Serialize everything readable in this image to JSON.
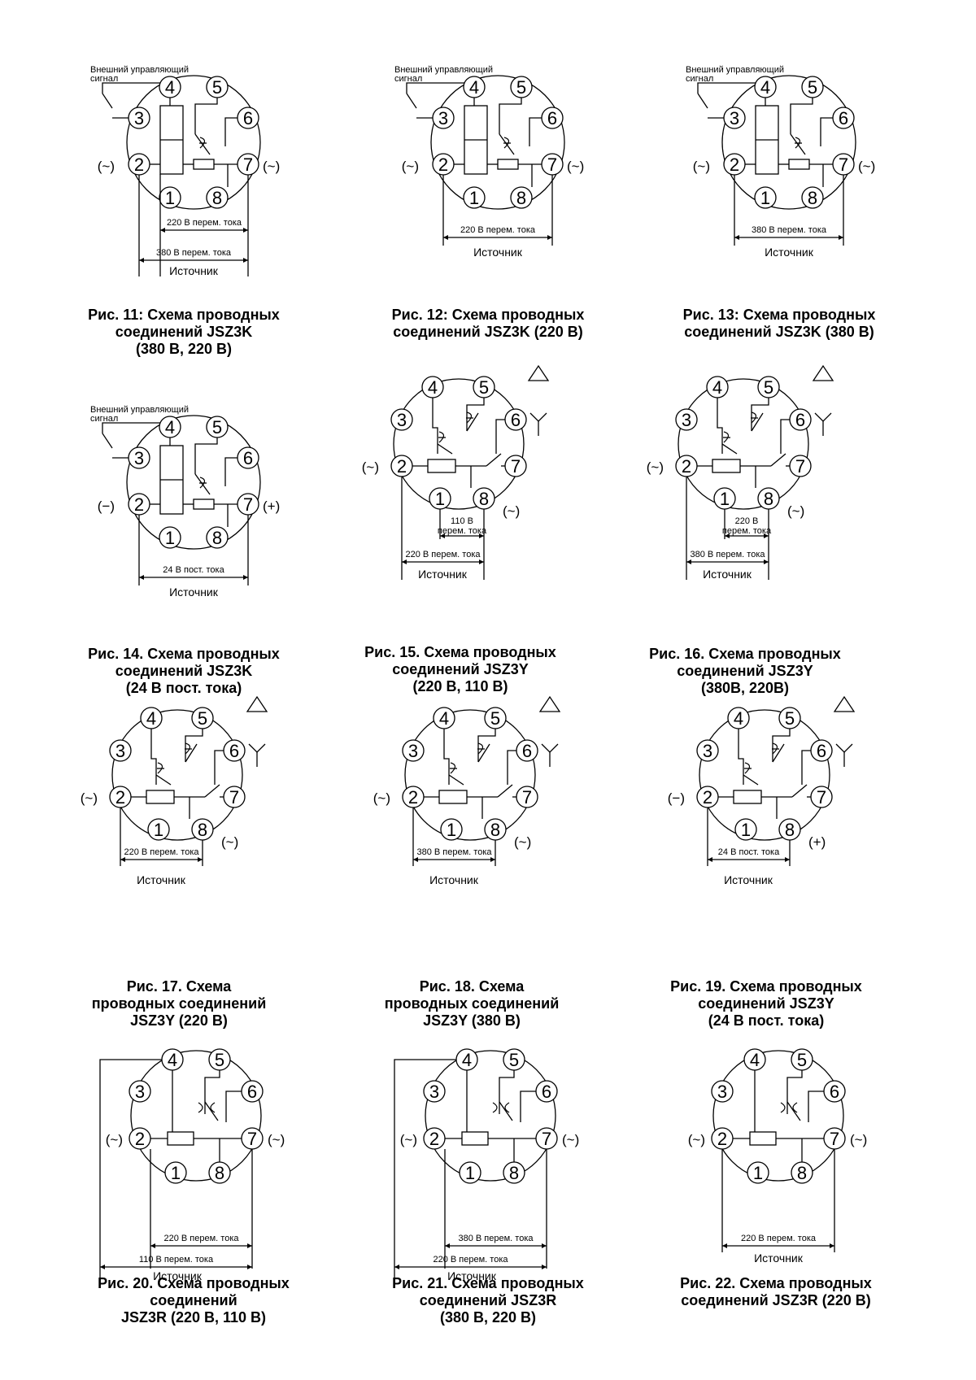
{
  "pins": [
    "1",
    "2",
    "3",
    "4",
    "5",
    "6",
    "7",
    "8"
  ],
  "labels": {
    "ext_signal_1": "Внешний управляющий",
    "ext_signal_2": "сигнал",
    "source": "Источник",
    "ac": "(~)",
    "dc_minus": "(−)",
    "dc_plus": "(+)"
  },
  "figures": [
    {
      "type": "K",
      "ext": true,
      "left": "ac",
      "right": "ac",
      "dims": [
        "220 В перем. тока",
        "380 В перем. тока"
      ],
      "caption": [
        "Рис. 11: Схема проводных",
        "соединений JSZ3K",
        "(380 В, 220 В)"
      ]
    },
    {
      "type": "K",
      "ext": true,
      "left": "ac",
      "right": "ac",
      "dims": [
        "220 В перем. тока"
      ],
      "caption": [
        "Рис. 12: Схема проводных",
        "соединений JSZ3K (220 В)"
      ]
    },
    {
      "type": "K",
      "ext": true,
      "left": "ac",
      "right": "ac",
      "dims": [
        "380 В перем. тока"
      ],
      "caption": [
        "Рис. 13: Схема проводных",
        "соединений JSZ3K (380 В)"
      ]
    },
    {
      "type": "K",
      "ext": true,
      "left": "dc_minus",
      "right": "dc_plus",
      "dims": [
        "24 В пост. тока"
      ],
      "caption": [
        "Рис. 14. Схема проводных",
        "соединений JSZ3K",
        "(24 В пост. тока)"
      ]
    },
    {
      "type": "Y",
      "left": "ac",
      "right8": "ac",
      "inner1": [
        "110 В",
        "перем. тока"
      ],
      "dims": [
        "220 В перем. тока"
      ],
      "caption": [
        "Рис. 15. Схема проводных",
        "соединений JSZ3Y",
        "(220 В, 110 В)"
      ]
    },
    {
      "type": "Y",
      "left": "ac",
      "right8": "ac",
      "inner1": [
        "220 В",
        "перем. тока"
      ],
      "dims": [
        "380 В перем. тока"
      ],
      "caption": [
        "Рис. 16. Схема проводных",
        "соединений JSZ3Y",
        "(380В, 220В)"
      ]
    },
    {
      "type": "Y",
      "left": "ac",
      "right8": "ac",
      "dims": [
        "220 В перем. тока"
      ],
      "caption": [
        "Рис. 17. Схема",
        "проводных соединений",
        "JSZ3Y (220 В)"
      ]
    },
    {
      "type": "Y",
      "left": "ac",
      "right8": "ac",
      "dims": [
        "380 В перем. тока"
      ],
      "caption": [
        "Рис. 18. Схема",
        "проводных соединений",
        "JSZ3Y (380 В)"
      ]
    },
    {
      "type": "Y",
      "left": "dc_minus",
      "right8": "dc_plus",
      "dims": [
        "24 В пост. тока"
      ],
      "caption": [
        "Рис. 19. Схема проводных",
        "соединений JSZ3Y",
        "(24 В пост. тока)"
      ]
    },
    {
      "type": "R",
      "wire4": true,
      "left": "ac",
      "right": "ac",
      "dims": [
        "220 В перем. тока",
        "110 В перем. тока"
      ],
      "caption": [
        "Рис. 20. Схема проводных",
        "соединений",
        "JSZ3R (220 В, 110 В)"
      ]
    },
    {
      "type": "R",
      "wire4": true,
      "left": "ac",
      "right": "ac",
      "dims": [
        "380 В перем. тока",
        "220 В перем. тока"
      ],
      "caption": [
        "Рис. 21. Схема проводных",
        "соединений JSZ3R",
        "(380 В, 220 В)"
      ]
    },
    {
      "type": "R",
      "left": "ac",
      "right": "ac",
      "dims": [
        "220 В перем. тока"
      ],
      "caption": [
        "Рис. 22. Схема проводных",
        "соединений JSZ3R (220 В)"
      ]
    }
  ]
}
